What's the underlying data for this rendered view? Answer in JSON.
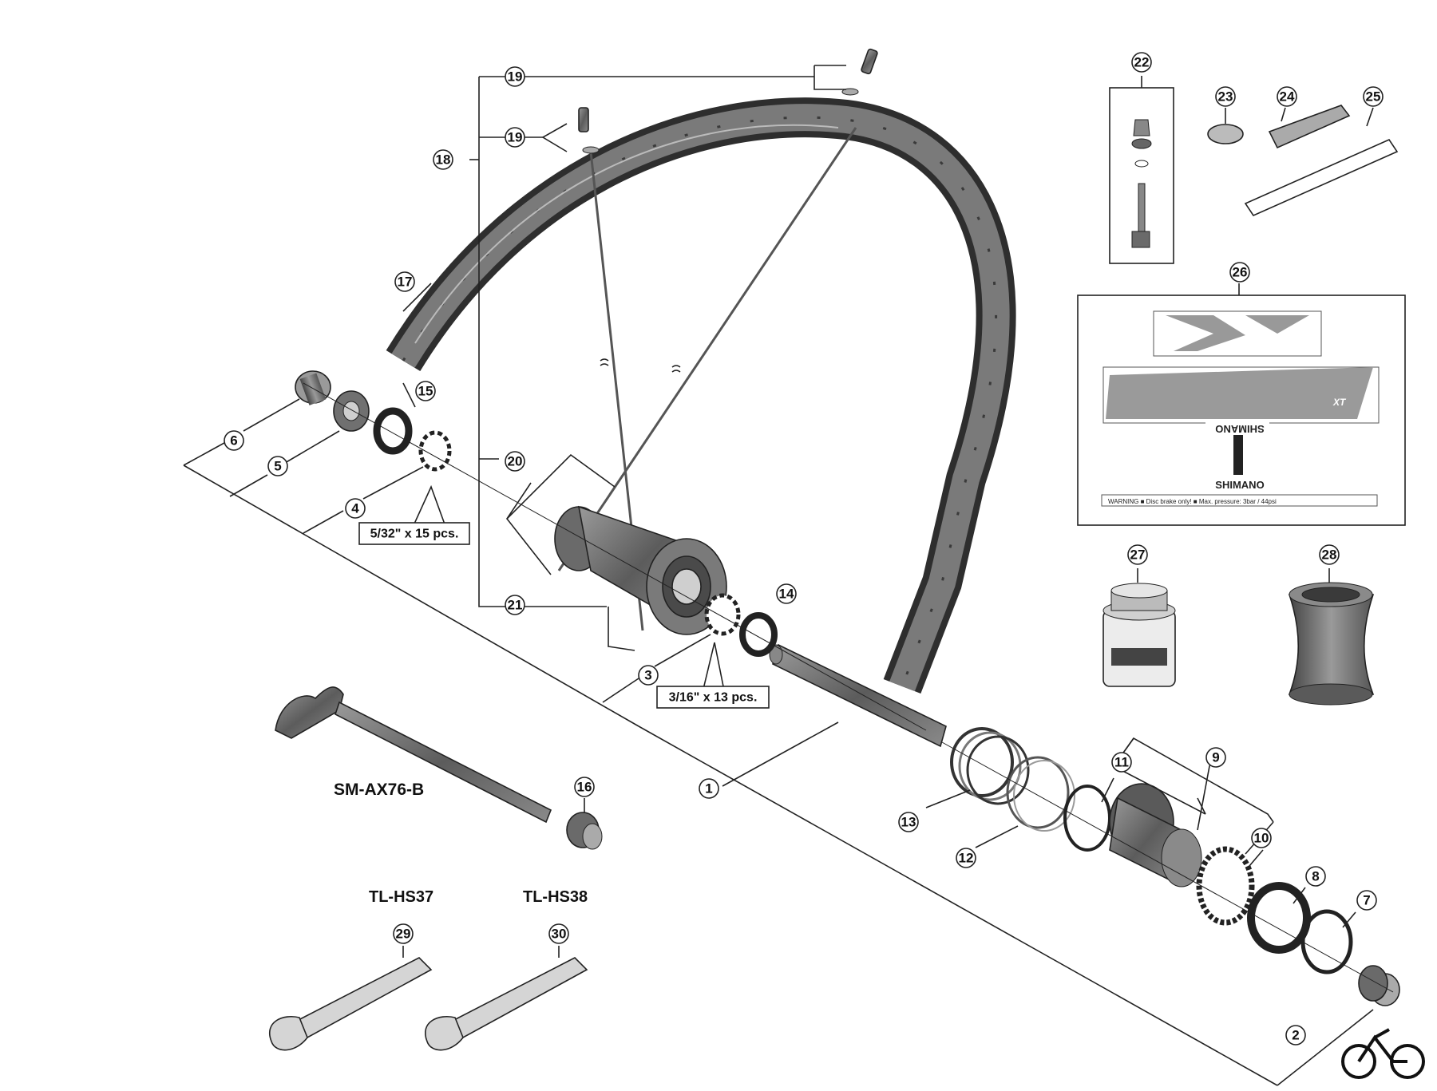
{
  "model_labels": {
    "axle": "SM-AX76-B",
    "tool_a": "TL-HS37",
    "tool_b": "TL-HS38"
  },
  "quantity_labels": {
    "small_balls": "5/32\" x 15 pcs.",
    "large_balls": "3/16\" x 13 pcs."
  },
  "part_numbers": [
    "1",
    "2",
    "3",
    "4",
    "5",
    "6",
    "7",
    "8",
    "9",
    "10",
    "11",
    "12",
    "13",
    "14",
    "15",
    "16",
    "17",
    "18",
    "19",
    "19",
    "20",
    "21",
    "22",
    "23",
    "24",
    "25",
    "26",
    "27",
    "28",
    "29",
    "30"
  ],
  "decals": {
    "brand_text": "SHIMANO",
    "brand_text_mirrored": "SHIMANO",
    "xt_mark": "XT",
    "warning_text": "WARNING ■ Disc brake only! ■ Max. pressure: 3bar / 44psi"
  },
  "icons": [
    "bicycle-icon"
  ],
  "colors": {
    "ink": "#222222",
    "part_fill": "#6e6e6e",
    "part_dark": "#4a4a4a",
    "part_light": "#bdbdbd",
    "background": "#ffffff"
  }
}
